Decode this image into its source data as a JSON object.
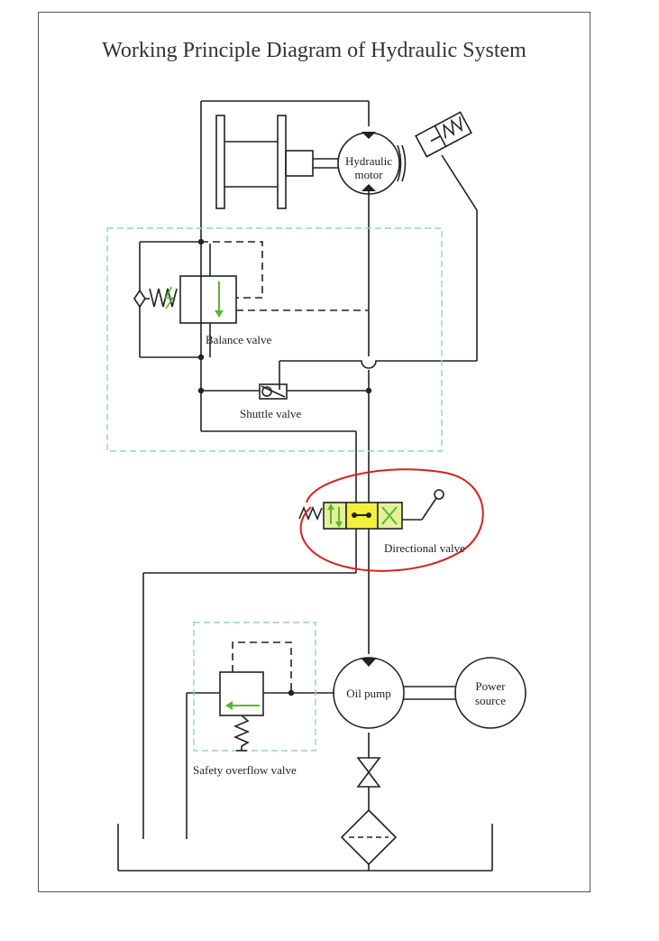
{
  "diagram": {
    "title": "Working Principle Diagram of Hydraulic System",
    "components": {
      "hydraulic_motor": "Hydraulic motor",
      "balance_valve": "Balance valve",
      "shuttle_valve": "Shuttle valve",
      "directional_valve": "Directional valve",
      "oil_pump": "Oil pump",
      "power_source": "Power source",
      "safety_overflow_valve": "Safety overflow valve"
    }
  },
  "colors": {
    "line": "#222222",
    "dashed_box": "#8fd1d9",
    "arrow_green": "#5ab82e",
    "highlight_yellow": "#f4f03a",
    "annotation_red": "#d9201c"
  }
}
